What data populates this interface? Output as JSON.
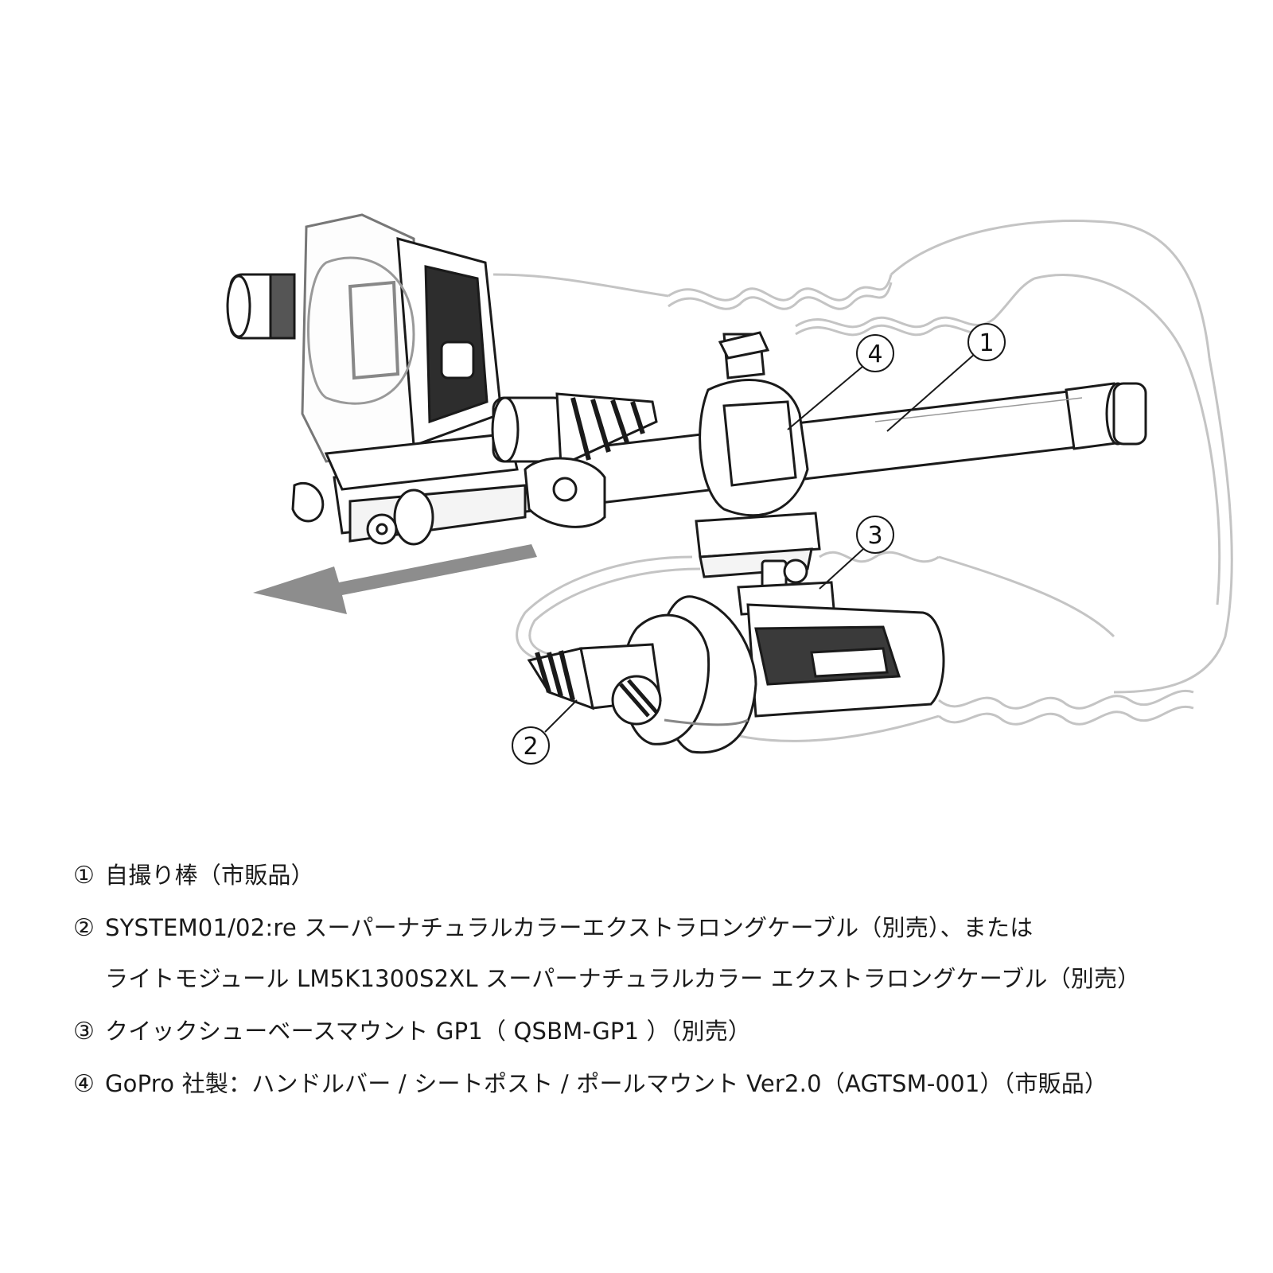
{
  "diagram": {
    "callouts": [
      {
        "id": "1",
        "label": "1"
      },
      {
        "id": "2",
        "label": "2"
      },
      {
        "id": "3",
        "label": "3"
      },
      {
        "id": "4",
        "label": "4"
      }
    ],
    "colors": {
      "line": "#1a1a1a",
      "ghost": "#b9b9b9",
      "arrow": "#8a8a8a",
      "dark_body": "#3a3a3a"
    },
    "icons": [
      "selfie-stick",
      "camera-housing",
      "light-module",
      "coiled-cable",
      "handlebar-mount",
      "quick-shoe-mount",
      "direction-arrow"
    ]
  },
  "legend": [
    {
      "num": "①",
      "text": "自撮り棒（市販品）"
    },
    {
      "num": "②",
      "text": "SYSTEM01/02:re スーパーナチュラルカラーエクストラロングケーブル（別売）、または"
    },
    {
      "num": "",
      "text": "ライトモジュール LM5K1300S2XL スーパーナチュラルカラー エクストラロングケーブル（別売）"
    },
    {
      "num": "③",
      "text": "クイックシューベースマウント GP1（ QSBM-GP1 ）（別売）"
    },
    {
      "num": "④",
      "text": "GoPro 社製：ハンドルバー / シートポスト / ポールマウント Ver2.0（AGTSM-001）（市販品）"
    }
  ]
}
